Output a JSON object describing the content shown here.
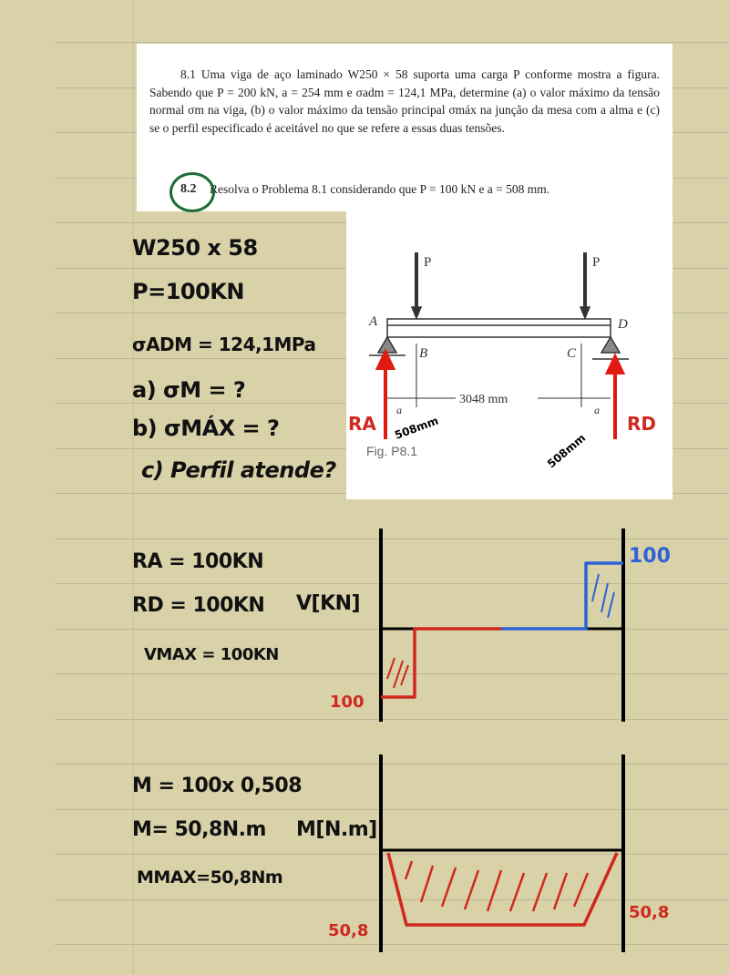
{
  "problem": {
    "p81": "8.1  Uma viga de aço laminado W250 × 58 suporta uma carga P conforme mostra a figura. Sabendo que P = 200 kN, a = 254 mm e σadm = 124,1 MPa, determine (a) o valor máximo da tensão normal σm na viga, (b) o valor máximo da tensão principal σmáx na junção da mesa com a alma e (c) se o perfil especificado é aceitável no que se refere a essas duas tensões.",
    "p82_number": "8.2",
    "p82": "Resolva o Problema 8.1 considerando que P = 100 kN e a = 508 mm."
  },
  "figure": {
    "load_left": "P",
    "load_right": "P",
    "point_a": "A",
    "point_b": "B",
    "point_c": "C",
    "point_d": "D",
    "span": "3048 mm",
    "a_left": "a",
    "a_right": "a",
    "caption": "Fig. P8.1",
    "ra": "RA",
    "rd": "RD",
    "dist_left": "508mm",
    "dist_right": "508mm"
  },
  "notes": {
    "section": "W250 x 58",
    "p": "P=100KN",
    "sadm": "σADM = 124,1MPa",
    "qa": "a) σM = ?",
    "qb": "b) σMÁX = ?",
    "qc": "c) Perfil atende?",
    "ra": "RA = 100KN",
    "rd": "RD = 100KN",
    "v_label": "V[KN]",
    "vmax": "VMAX = 100KN",
    "m_calc": "M = 100x 0,508",
    "m": "M= 50,8N.m",
    "m_label": "M[N.m]",
    "mmax": "MMAX=50,8Nm"
  },
  "shear_diagram": {
    "left_value": "100",
    "right_value": "100",
    "colors": {
      "negative": "#d0281e",
      "positive": "#2e63d6"
    }
  },
  "moment_diagram": {
    "left_value": "50,8",
    "right_value": "50,8",
    "color": "#d0281e"
  }
}
